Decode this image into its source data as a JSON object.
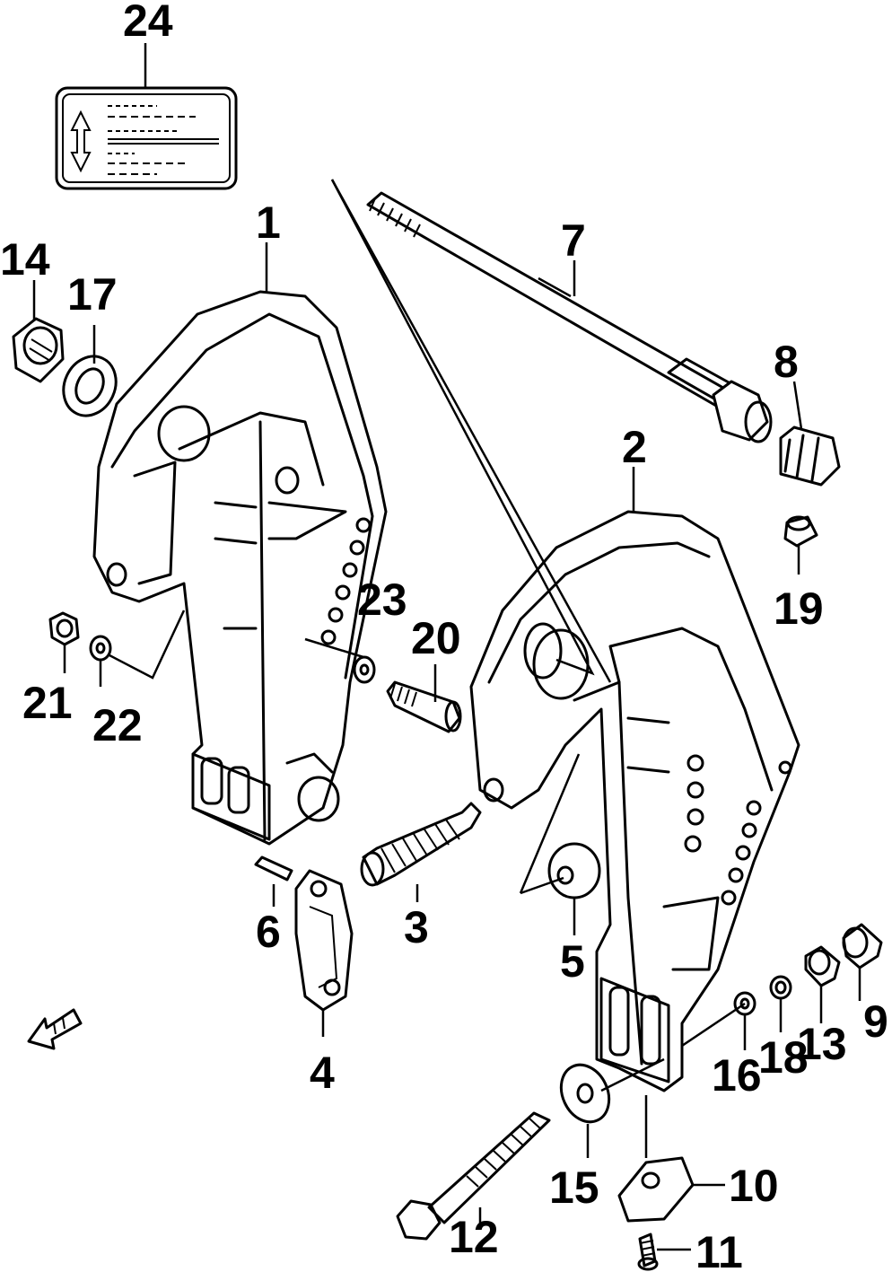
{
  "callouts": {
    "p1": "1",
    "p2": "2",
    "p3": "3",
    "p4": "4",
    "p5": "5",
    "p6": "6",
    "p7": "7",
    "p8": "8",
    "p9": "9",
    "p10": "10",
    "p11": "11",
    "p12": "12",
    "p13": "13",
    "p14": "14",
    "p15": "15",
    "p16": "16",
    "p17": "17",
    "p18": "18",
    "p19": "19",
    "p20": "20",
    "p21": "21",
    "p22": "22",
    "p23": "23",
    "p24": "24"
  },
  "icons": {
    "direction_arrow": "front-arrow-icon",
    "label_arrow": "up-down-arrow-icon"
  }
}
